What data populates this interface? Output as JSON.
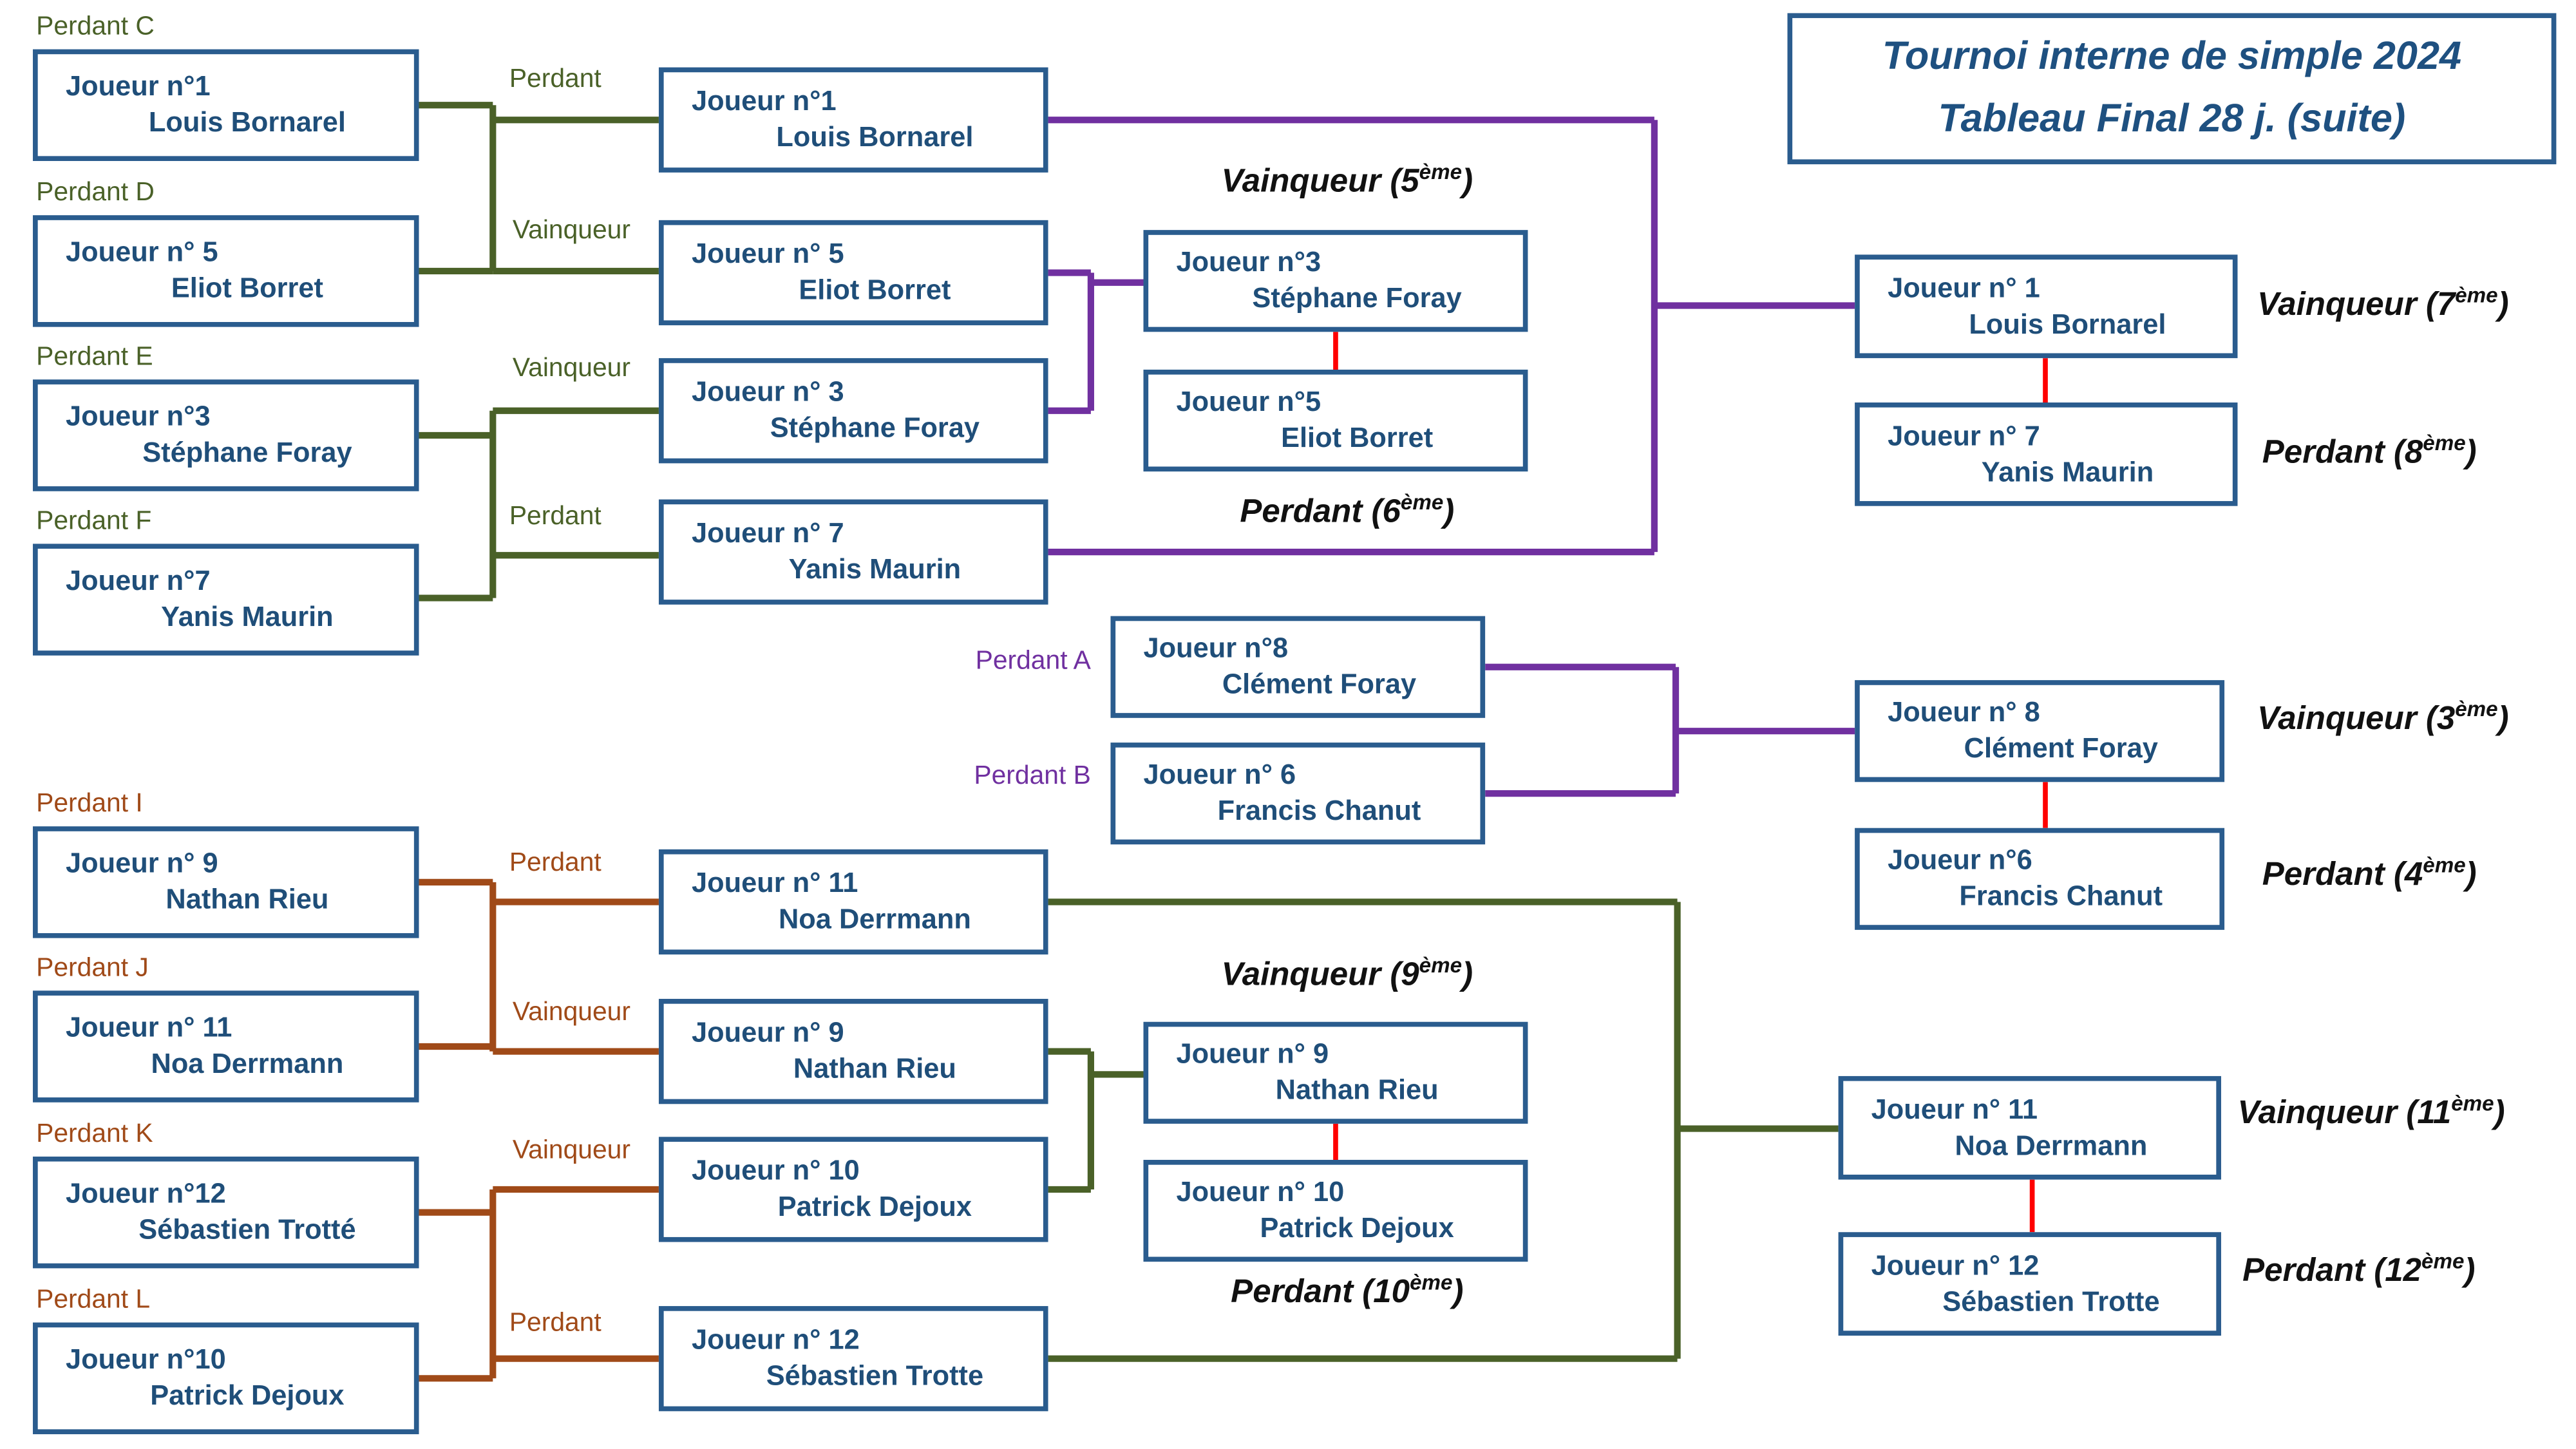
{
  "title": {
    "line1": "Tournoi interne de simple 2024",
    "line2": "Tableau Final 28 j. (suite)"
  },
  "colors": {
    "box_border": "#2a5c8e",
    "player_text": "#1f4e79",
    "green_connector": "#4a6128",
    "purple_connector": "#7030a0",
    "brown_connector": "#a04a18",
    "red_connector": "#ff0000",
    "placement_text": "#111111",
    "title_text": "#1e5080"
  },
  "col1_top": [
    {
      "tag": "Perdant C",
      "l1": "Joueur n°1",
      "l2": "Louis Bornarel"
    },
    {
      "tag": "Perdant D",
      "l1": "Joueur n° 5",
      "l2": "Eliot Borret"
    },
    {
      "tag": "Perdant E",
      "l1": "Joueur n°3",
      "l2": "Stéphane Foray"
    },
    {
      "tag": "Perdant F",
      "l1": "Joueur n°7",
      "l2": "Yanis Maurin"
    }
  ],
  "col2_top": [
    {
      "edge": "Perdant",
      "l1": "Joueur n°1",
      "l2": "Louis Bornarel"
    },
    {
      "edge": "Vainqueur",
      "l1": "Joueur n° 5",
      "l2": "Eliot Borret"
    },
    {
      "edge": "Vainqueur",
      "l1": "Joueur n° 3",
      "l2": "Stéphane Foray"
    },
    {
      "edge": "Perdant",
      "l1": "Joueur n° 7",
      "l2": "Yanis Maurin"
    }
  ],
  "match56": {
    "winner": {
      "pre": "Vainqueur (5",
      "sup": "ème",
      "post": ")"
    },
    "loser": {
      "pre": "Perdant (6",
      "sup": "ème",
      "post": ")"
    },
    "box1": {
      "l1": "Joueur n°3",
      "l2": "Stéphane Foray"
    },
    "box2": {
      "l1": "Joueur n°5",
      "l2": "Eliot Borret"
    }
  },
  "final78": {
    "box1": {
      "l1": "Joueur n° 1",
      "l2": "Louis Bornarel"
    },
    "box2": {
      "l1": "Joueur n° 7",
      "l2": "Yanis Maurin"
    },
    "winner": {
      "pre": "Vainqueur (7",
      "sup": "ème",
      "post": ")"
    },
    "loser": {
      "pre": "Perdant (8",
      "sup": "ème",
      "post": ")"
    }
  },
  "match34": {
    "tagA": "Perdant A",
    "tagB": "Perdant B",
    "box1": {
      "l1": "Joueur n°8",
      "l2": "Clément Foray"
    },
    "box2": {
      "l1": "Joueur n°  6",
      "l2": "Francis Chanut"
    },
    "right1": {
      "l1": "Joueur n° 8",
      "l2": "Clément Foray"
    },
    "right2": {
      "l1": "Joueur n°6",
      "l2": "Francis Chanut"
    },
    "winner": {
      "pre": "Vainqueur (3",
      "sup": "ème",
      "post": ")"
    },
    "loser": {
      "pre": "Perdant (4",
      "sup": "ème",
      "post": ")"
    }
  },
  "col1_bottom": [
    {
      "tag": "Perdant I",
      "l1": "Joueur n° 9",
      "l2": "Nathan Rieu"
    },
    {
      "tag": "Perdant J",
      "l1": "Joueur n° 11",
      "l2": "Noa Derrmann"
    },
    {
      "tag": "Perdant K",
      "l1": "Joueur n°12",
      "l2": "Sébastien Trotté"
    },
    {
      "tag": "Perdant L",
      "l1": "Joueur n°10",
      "l2": "Patrick Dejoux"
    }
  ],
  "col2_bottom": [
    {
      "edge": "Perdant",
      "l1": "Joueur n° 11",
      "l2": "Noa Derrmann"
    },
    {
      "edge": "Vainqueur",
      "l1": "Joueur n° 9",
      "l2": "Nathan Rieu"
    },
    {
      "edge": "Vainqueur",
      "l1": "Joueur n° 10",
      "l2": "Patrick Dejoux"
    },
    {
      "edge": "Perdant",
      "l1": "Joueur n° 12",
      "l2": "Sébastien Trotte"
    }
  ],
  "match910": {
    "winner": {
      "pre": "Vainqueur (9",
      "sup": "ème",
      "post": ")"
    },
    "loser": {
      "pre": "Perdant (10",
      "sup": "ème",
      "post": ")"
    },
    "box1": {
      "l1": "Joueur n° 9",
      "l2": "Nathan Rieu"
    },
    "box2": {
      "l1": "Joueur n° 10",
      "l2": "Patrick Dejoux"
    }
  },
  "final1112": {
    "box1": {
      "l1": "Joueur n° 11",
      "l2": "Noa Derrmann"
    },
    "box2": {
      "l1": "Joueur n° 12",
      "l2": "Sébastien Trotte"
    },
    "winner": {
      "pre": "Vainqueur (11",
      "sup": "ème",
      "post": ")"
    },
    "loser": {
      "pre": "Perdant (12",
      "sup": "ème",
      "post": ")"
    }
  }
}
